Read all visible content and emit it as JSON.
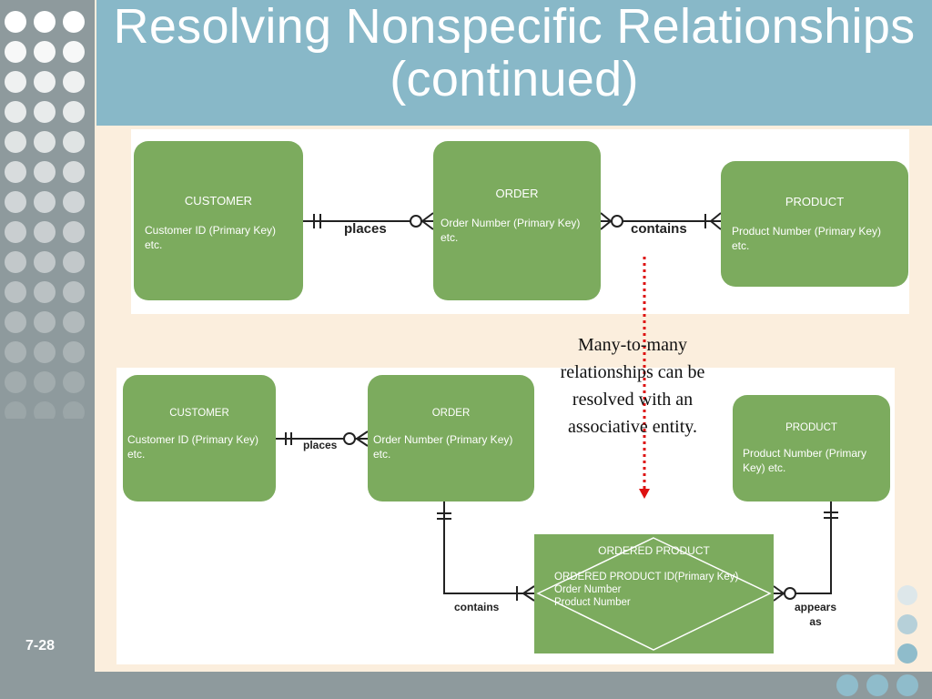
{
  "slide": {
    "title": "Resolving Nonspecific Relationships (continued)",
    "number": "7-28",
    "colors": {
      "background": "#fbeedd",
      "sidebar": "#8e9a9d",
      "title_bar": "#88b8c8",
      "entity": "#7cab5e",
      "arrow": "#dd1111"
    }
  },
  "top_diagram": {
    "customer": {
      "name": "CUSTOMER",
      "attrs": "Customer ID (Primary Key)\netc."
    },
    "order": {
      "name": "ORDER",
      "attrs": "Order Number (Primary Key)\netc."
    },
    "product": {
      "name": "PRODUCT",
      "attrs": "Product Number (Primary Key)\netc."
    },
    "rel_places": "places",
    "rel_contains": "contains"
  },
  "bottom_diagram": {
    "customer": {
      "name": "CUSTOMER",
      "attrs": "Customer ID (Primary Key)\netc."
    },
    "order": {
      "name": "ORDER",
      "attrs": "Order Number (Primary Key)\netc."
    },
    "product": {
      "name": "PRODUCT",
      "attrs": "Product Number (Primary\nKey) etc."
    },
    "associative": {
      "name": "ORDERED PRODUCT",
      "attrs": "ORDERED PRODUCT ID(Primary Key)\n  Order Number\n  Product Number"
    },
    "rel_places": "places",
    "rel_contains": "contains",
    "rel_appears_as": "appears\nas"
  },
  "callout": "Many-to-many relationships can be resolved with an associative entity."
}
